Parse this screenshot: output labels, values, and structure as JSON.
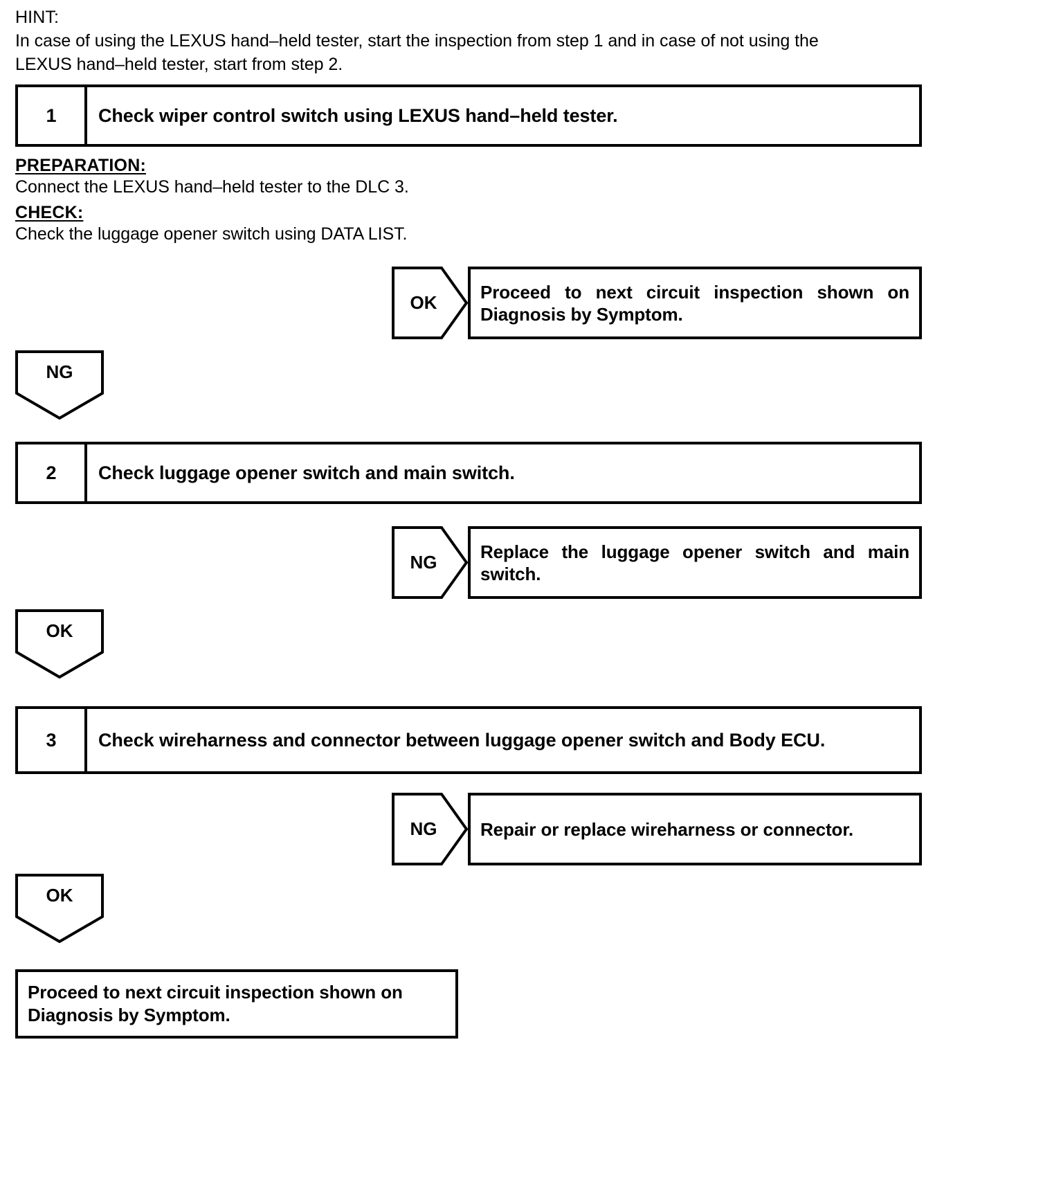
{
  "document": {
    "type": "diagnostic-flowchart",
    "ink_color": "#000000",
    "background_color": "#ffffff"
  },
  "hint": {
    "label": "HINT:",
    "line1": "In case of using the LEXUS hand–held tester, start the inspection from step 1 and in case of not using the",
    "line2": "LEXUS hand–held tester, start from step 2."
  },
  "steps": [
    {
      "number": "1",
      "title": "Check wiper control switch using LEXUS hand–held tester."
    },
    {
      "number": "2",
      "title": "Check luggage opener switch and main switch."
    },
    {
      "number": "3",
      "title": "Check wireharness and connector between luggage opener switch and Body ECU."
    }
  ],
  "sections": [
    {
      "heading": "PREPARATION:",
      "body": "Connect the LEXUS hand–held tester to the DLC 3."
    },
    {
      "heading": "CHECK:",
      "body": "Check the luggage opener switch using DATA LIST."
    }
  ],
  "branches": [
    {
      "tag": "OK",
      "result": "Proceed to next circuit inspection shown on Diagnosis by Symptom."
    },
    {
      "tag": "NG",
      "result": "Replace the luggage opener switch and main switch."
    },
    {
      "tag": "NG",
      "result": "Repair or replace wireharness or connector."
    }
  ],
  "connectors": [
    {
      "tag": "NG"
    },
    {
      "tag": "OK"
    },
    {
      "tag": "OK"
    }
  ],
  "final": {
    "line1": "Proceed to next circuit inspection shown on",
    "line2": "Diagnosis by Symptom."
  }
}
